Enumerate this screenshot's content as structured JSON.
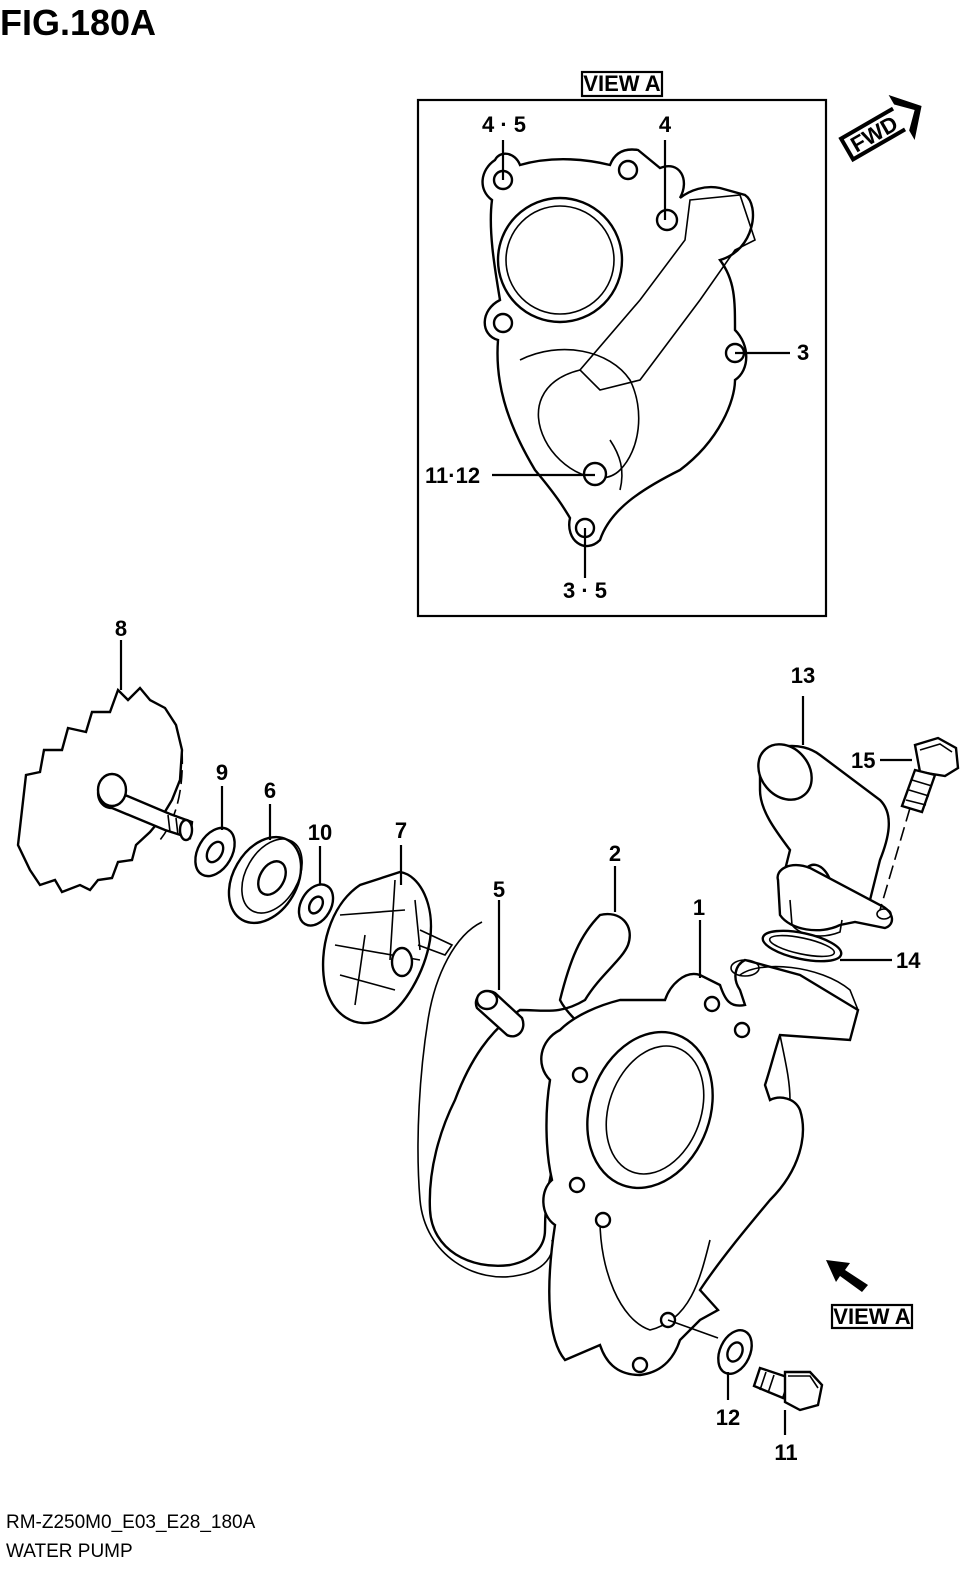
{
  "figure": {
    "title": "FIG.180A",
    "code": "RM-Z250M0_E03_E28_180A",
    "name": "WATER PUMP"
  },
  "view_a": {
    "box_label": "VIEW A",
    "callout_label": "VIEW A",
    "fwd_label": "FWD",
    "callouts": {
      "top_left": "4 · 5",
      "top_right": "4",
      "right": "3",
      "left": "11·12",
      "bottom": "3 · 5"
    }
  },
  "parts": {
    "p1": "1",
    "p2": "2",
    "p3": "3",
    "p5": "5",
    "p6": "6",
    "p7": "7",
    "p8": "8",
    "p9": "9",
    "p10": "10",
    "p11": "11",
    "p12": "12",
    "p13": "13",
    "p14": "14",
    "p15": "15"
  }
}
